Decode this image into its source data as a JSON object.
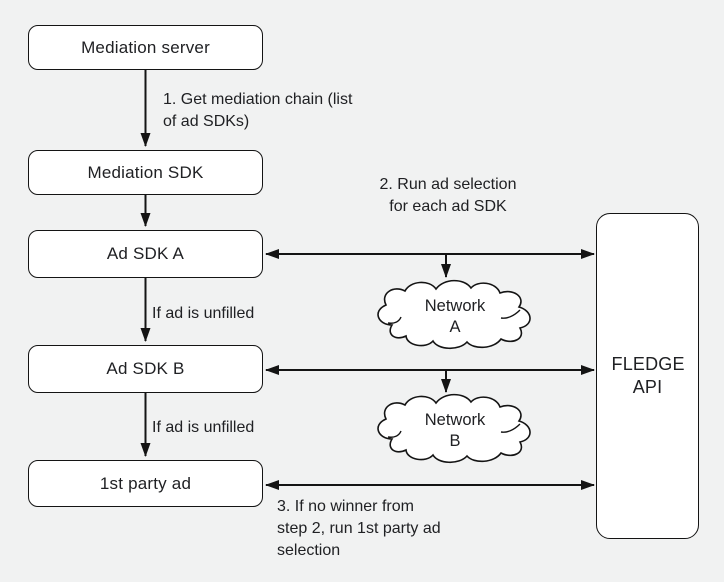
{
  "diagram": {
    "title_hint": "Mediation flow with FLEDGE API",
    "colors": {
      "background": "#f1f2f2",
      "node_fill": "#ffffff",
      "stroke": "#141414",
      "text": "#202124"
    },
    "nodes": [
      {
        "id": "mediation-server",
        "label": "Mediation server"
      },
      {
        "id": "mediation-sdk",
        "label": "Mediation SDK"
      },
      {
        "id": "ad-sdk-a",
        "label": "Ad SDK A"
      },
      {
        "id": "ad-sdk-b",
        "label": "Ad SDK B"
      },
      {
        "id": "first-party-ad",
        "label": "1st party ad"
      },
      {
        "id": "fledge-api",
        "label": "FLEDGE API"
      }
    ],
    "clouds": [
      {
        "id": "network-a",
        "lines": [
          "Network",
          "A"
        ]
      },
      {
        "id": "network-b",
        "lines": [
          "Network",
          "B"
        ]
      }
    ],
    "annotations": {
      "step1": {
        "lines": [
          "1. Get mediation chain (list",
          "of ad SDKs)"
        ]
      },
      "step2": {
        "lines": [
          "2. Run ad selection",
          "for each ad SDK"
        ]
      },
      "step3": {
        "lines": [
          "3. If no winner from",
          "step 2, run 1st party ad",
          "selection"
        ]
      },
      "unfilled_a": "If ad is unfilled",
      "unfilled_b": "If ad is unfilled"
    }
  }
}
